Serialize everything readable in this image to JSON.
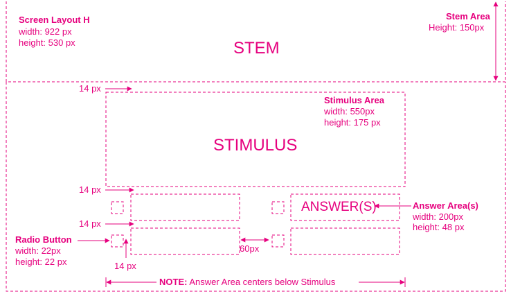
{
  "colors": {
    "accent": "#e6007e",
    "background": "#ffffff"
  },
  "screen_layout": {
    "title": "Screen Layout H",
    "width": "width: 922 px",
    "height": "height: 530 px"
  },
  "stem": {
    "label": "STEM",
    "area_title": "Stem Area",
    "area_height": "Height: 150px"
  },
  "stimulus": {
    "label": "STIMULUS",
    "area_title": "Stimulus Area",
    "width": "width: 550px",
    "height": "height: 175 px"
  },
  "answer": {
    "label": "ANSWER(S)",
    "area_title": "Answer Area(s)",
    "width": "width: 200px",
    "height": "height: 48 px"
  },
  "radio": {
    "title": "Radio Button",
    "width": "width: 22px",
    "height": "height: 22 px"
  },
  "spacing": {
    "margin_top": "14 px",
    "answer_top": "14 px",
    "row_gap": "14 px",
    "radio_gap": "14 px",
    "column_gap": "60px"
  },
  "note": {
    "label": "NOTE:",
    "text": "Answer Area centers below Stimulus"
  }
}
